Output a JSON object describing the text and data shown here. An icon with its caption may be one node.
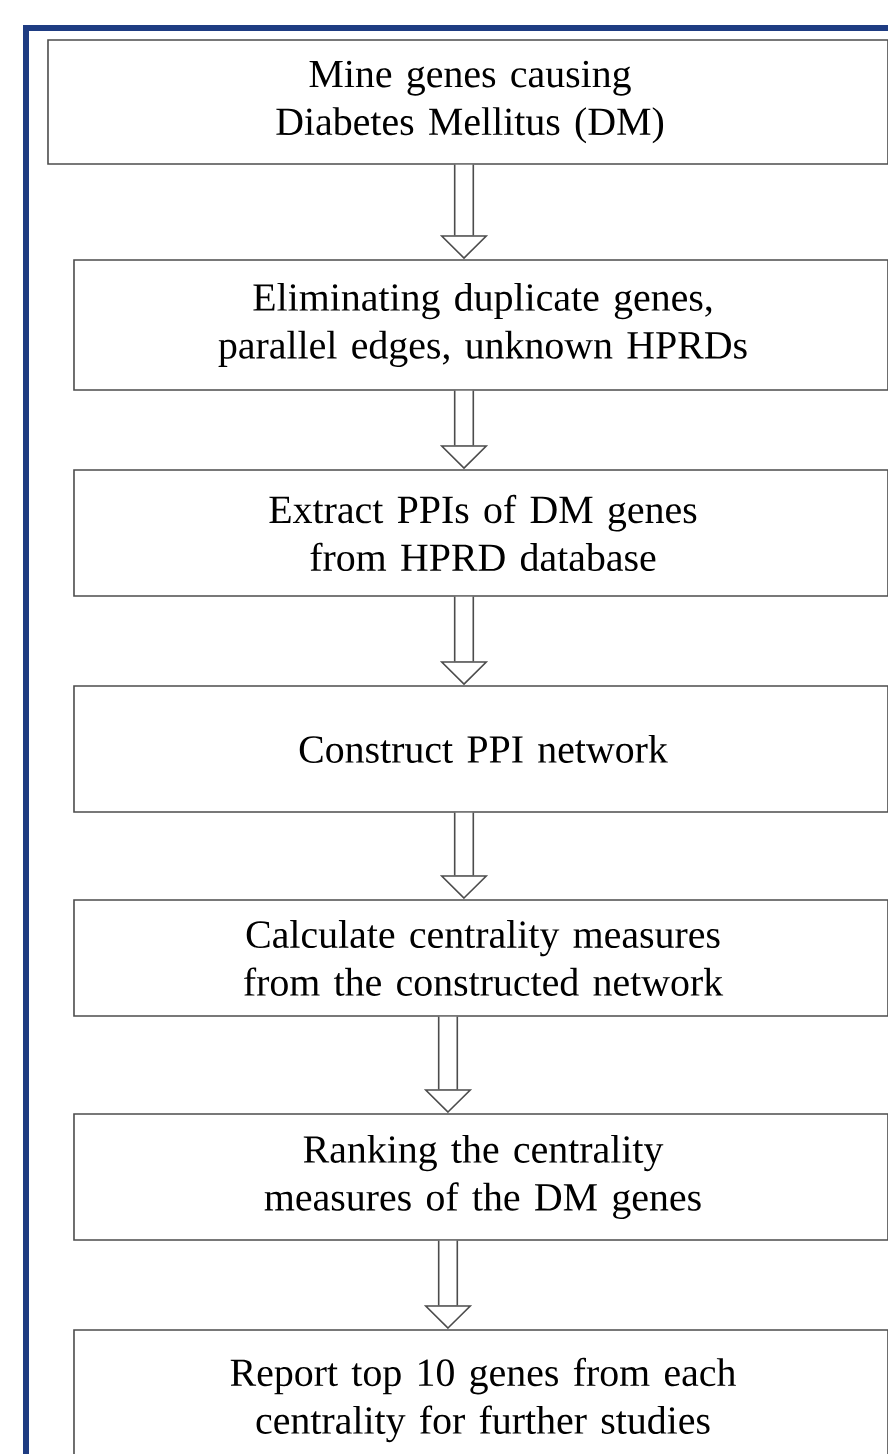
{
  "diagram": {
    "nodes": [
      {
        "text": [
          "Mine genes causing Diabetes Mellitus (DM)"
        ]
      },
      {
        "text": [
          "Eliminating duplicate genes, parallel edges, unknown HPRDs"
        ]
      },
      {
        "text": [
          "Extract PPIs of DM genes from HPRD database"
        ]
      },
      {
        "text": [
          "Construct PPI network"
        ]
      },
      {
        "text": [
          "Calculate centrality measures from the constructed network"
        ]
      },
      {
        "text": [
          "Ranking the centrality measures of the DM genes"
        ]
      },
      {
        "text": [
          "Report top 10 genes from each centrality for further studies"
        ]
      }
    ],
    "edges": [
      {
        "from": 0,
        "to": 1,
        "arrow": "to"
      },
      {
        "from": 1,
        "to": 2,
        "arrow": "to"
      },
      {
        "from": 2,
        "to": 3,
        "arrow": "to"
      },
      {
        "from": 3,
        "to": 4,
        "arrow": "to"
      },
      {
        "from": 4,
        "to": 5,
        "arrow": "to"
      },
      {
        "from": 5,
        "to": 6,
        "arrow": "to"
      }
    ]
  }
}
